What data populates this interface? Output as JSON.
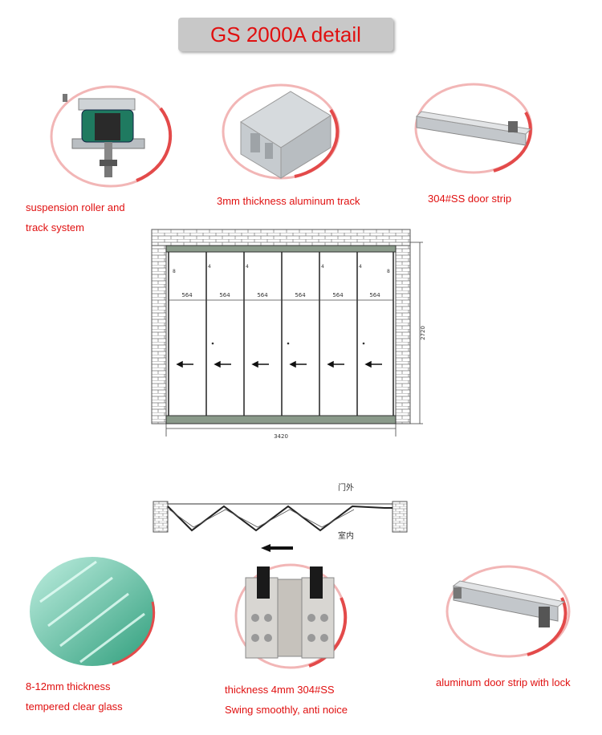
{
  "title": "GS 2000A detail",
  "colors": {
    "accent": "#e01010",
    "title_bg": "#c8c8c8"
  },
  "labels": {
    "roller_line1": "suspension roller and",
    "roller_line2": "track system",
    "track": "3mm thickness aluminum track",
    "strip": "304#SS door strip",
    "glass_line1": "8-12mm thickness",
    "glass_line2": "tempered clear glass",
    "hinge_line1": "thickness 4mm 304#SS",
    "hinge_line2": "Swing smoothly, anti noice",
    "lockstrip": "aluminum door strip with lock"
  },
  "drawing": {
    "panel_widths": [
      "564",
      "564",
      "564",
      "564",
      "564",
      "564"
    ],
    "width_total": "3420",
    "height_total": "2720",
    "edge_mark": "8",
    "small_mark": "4"
  },
  "plan": {
    "outside": "门外",
    "inside": "室内"
  }
}
